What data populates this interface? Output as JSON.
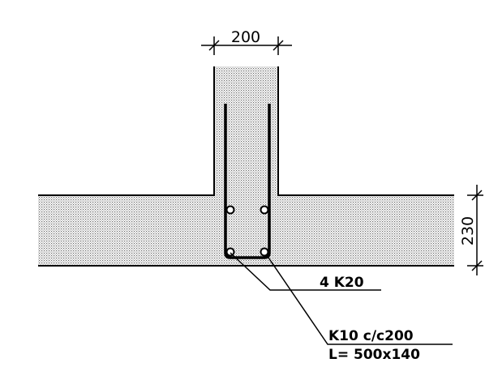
{
  "drawing": {
    "web_width_dimension": "200",
    "slab_depth_dimension": "230",
    "main_bars_label": "4 K20",
    "stirrup_label_line1": "K10 c/c200",
    "stirrup_label_line2": "L= 500x140",
    "colors": {
      "line": "#000000",
      "concrete_fill": "#d9d9d9",
      "background": "#ffffff"
    }
  }
}
